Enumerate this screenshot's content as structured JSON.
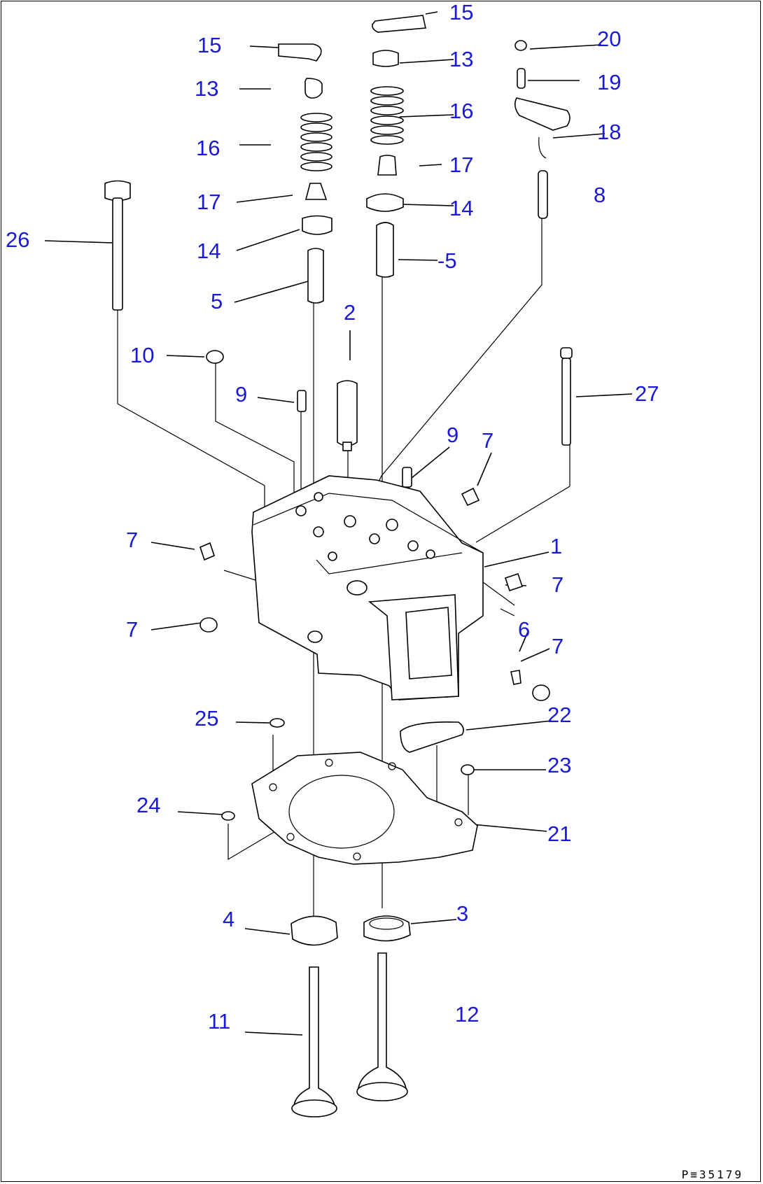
{
  "diagram": {
    "callouts": [
      {
        "id": "c15a",
        "text": "15"
      },
      {
        "id": "c15b",
        "text": "15"
      },
      {
        "id": "c13a",
        "text": "13"
      },
      {
        "id": "c13b",
        "text": "13"
      },
      {
        "id": "c16a",
        "text": "16"
      },
      {
        "id": "c16b",
        "text": "16"
      },
      {
        "id": "c17a",
        "text": "17"
      },
      {
        "id": "c17b",
        "text": "17"
      },
      {
        "id": "c14a",
        "text": "14"
      },
      {
        "id": "c14b",
        "text": "14"
      },
      {
        "id": "c5a",
        "text": "5"
      },
      {
        "id": "c5b",
        "text": "-5"
      },
      {
        "id": "c20",
        "text": "20"
      },
      {
        "id": "c19",
        "text": "19"
      },
      {
        "id": "c18",
        "text": "18"
      },
      {
        "id": "c8",
        "text": "8"
      },
      {
        "id": "c26",
        "text": "26"
      },
      {
        "id": "c2",
        "text": "2"
      },
      {
        "id": "c10",
        "text": "10"
      },
      {
        "id": "c9a",
        "text": "9"
      },
      {
        "id": "c9b",
        "text": "9"
      },
      {
        "id": "c27",
        "text": "27"
      },
      {
        "id": "c7a",
        "text": "7"
      },
      {
        "id": "c7b",
        "text": "7"
      },
      {
        "id": "c7c",
        "text": "7"
      },
      {
        "id": "c7d",
        "text": "7"
      },
      {
        "id": "c7e",
        "text": "7"
      },
      {
        "id": "c1",
        "text": "1"
      },
      {
        "id": "c6",
        "text": "6"
      },
      {
        "id": "c22",
        "text": "22"
      },
      {
        "id": "c25",
        "text": "25"
      },
      {
        "id": "c23",
        "text": "23"
      },
      {
        "id": "c24",
        "text": "24"
      },
      {
        "id": "c21",
        "text": "21"
      },
      {
        "id": "c4",
        "text": "4"
      },
      {
        "id": "c3",
        "text": "3"
      },
      {
        "id": "c11",
        "text": "11"
      },
      {
        "id": "c12",
        "text": "12"
      }
    ],
    "drawing_id": "P≡35179",
    "colors": {
      "callout": "#1a1ad6",
      "line": "#000000",
      "background": "#ffffff"
    }
  }
}
